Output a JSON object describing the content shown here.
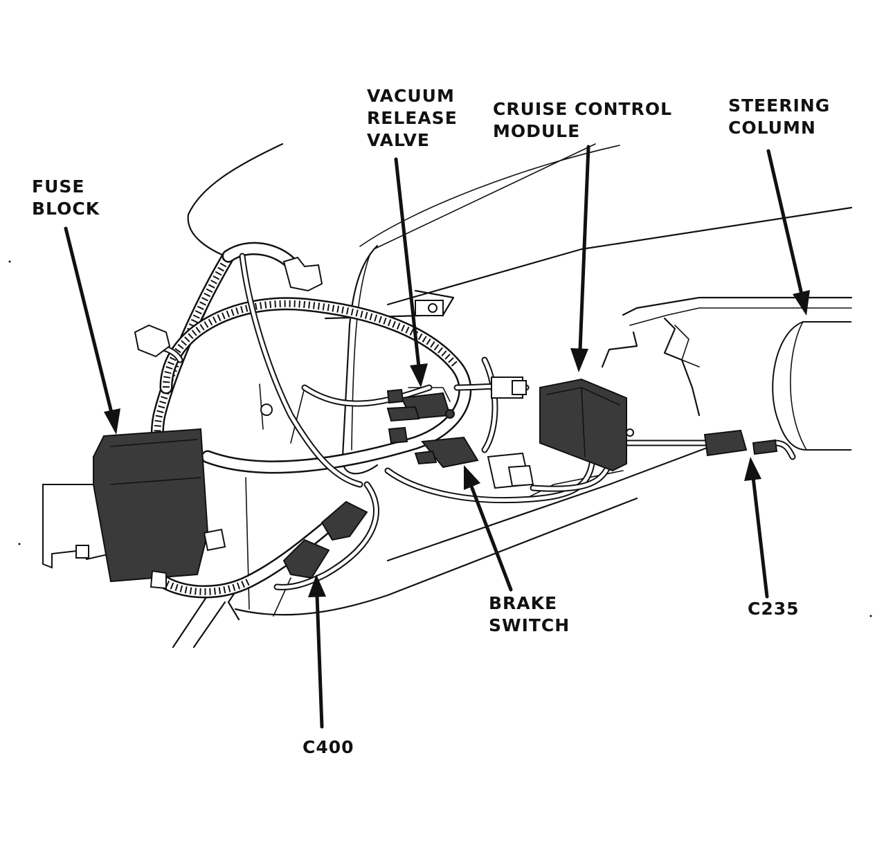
{
  "labels": {
    "fuse_block": [
      "FUSE",
      "BLOCK"
    ],
    "vacuum_release_valve": [
      "VACUUM",
      "RELEASE",
      "VALVE"
    ],
    "cruise_control_module": [
      "CRUISE CONTROL",
      "MODULE"
    ],
    "steering_column": [
      "STEERING",
      "COLUMN"
    ],
    "brake_switch": [
      "BRAKE",
      "SWITCH"
    ],
    "c235": "C235",
    "c400": "C400"
  },
  "colors": {
    "ink": "#111111",
    "component_fill": "#3a3a3a",
    "background": "#ffffff"
  }
}
